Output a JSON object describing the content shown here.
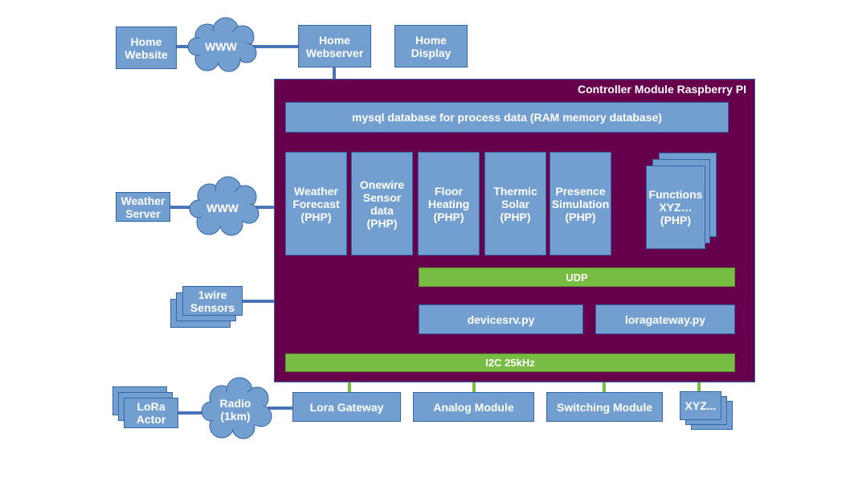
{
  "module": {
    "title": "Controller Module Raspberry PI"
  },
  "colors": {
    "box_fill": "#729fcf",
    "box_border": "#3465a4",
    "bus_fill": "#77bc43",
    "module_fill": "#66004c",
    "line_blue": "#4a74b8",
    "line_green": "#77bc43"
  },
  "top": {
    "home_website": "Home\nWebsite",
    "www_top": "WWW",
    "home_webserver": "Home\nWebserver",
    "home_display": "Home\nDisplay"
  },
  "mysql": "mysql database for process data (RAM memory database)",
  "functions": [
    "Weather\nForecast\n(PHP)",
    "Onewire\nSensor\ndata\n(PHP)",
    "Floor\nHeating\n(PHP)",
    "Thermic\nSolar\n(PHP)",
    "Presence\nSimulation\n(PHP)",
    "Functions\nXYZ…\n(PHP)"
  ],
  "udp": "UDP",
  "devicesrv": "devicesrv.py",
  "loragateway_py": "loragateway.py",
  "i2c": "I2C 25kHz",
  "left": {
    "weather_server": "Weather\nServer",
    "www_mid": "WWW",
    "sensors_1wire": "1wire\nSensors",
    "lora_actor": "LoRa\nActor",
    "radio": "Radio\n(1km)"
  },
  "bottom": {
    "lora_gateway": "Lora Gateway",
    "analog_module": "Analog Module",
    "switching_module": "Switching Module",
    "xyz": "XYZ..."
  }
}
